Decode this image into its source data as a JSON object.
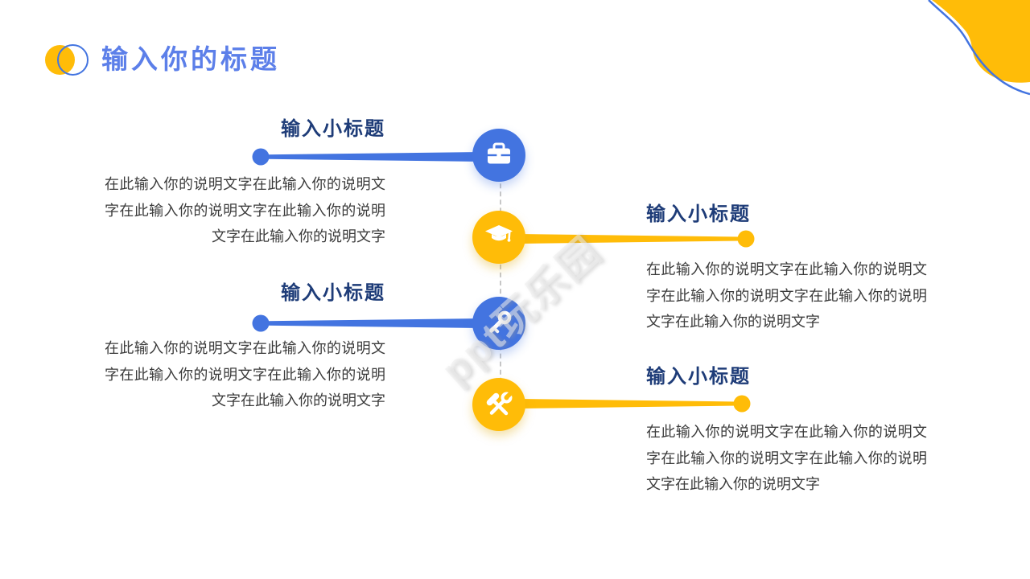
{
  "title": {
    "text": "输入你的标题"
  },
  "watermark": {
    "text": "ppt玩乐园"
  },
  "items": [
    {
      "subtitle": "输入小标题",
      "body": "在此输入你的说明文字在此输入你的说明文字在此输入你的说明文字在此输入你的说明文字在此输入你的说明文字",
      "icon": "briefcase-icon",
      "side": "left",
      "accent": "#4374E0"
    },
    {
      "subtitle": "输入小标题",
      "body": "在此输入你的说明文字在此输入你的说明文字在此输入你的说明文字在此输入你的说明文字在此输入你的说明文字",
      "icon": "graduation-cap-icon",
      "side": "right",
      "accent": "#FFBC08"
    },
    {
      "subtitle": "输入小标题",
      "body": "在此输入你的说明文字在此输入你的说明文字在此输入你的说明文字在此输入你的说明文字在此输入你的说明文字",
      "icon": "key-icon",
      "side": "left",
      "accent": "#4374E0"
    },
    {
      "subtitle": "输入小标题",
      "body": "在此输入你的说明文字在此输入你的说明文字在此输入你的说明文字在此输入你的说明文字在此输入你的说明文字",
      "icon": "tools-icon",
      "side": "right",
      "accent": "#FFBC08"
    }
  ],
  "colors": {
    "blue": "#4374E0",
    "yellow": "#FFBC08",
    "title_blue": "#5C7FE9",
    "subtitle_navy": "#1E3C78",
    "body_text": "#3B3B3B",
    "dashed_line": "#C7C7C7"
  }
}
